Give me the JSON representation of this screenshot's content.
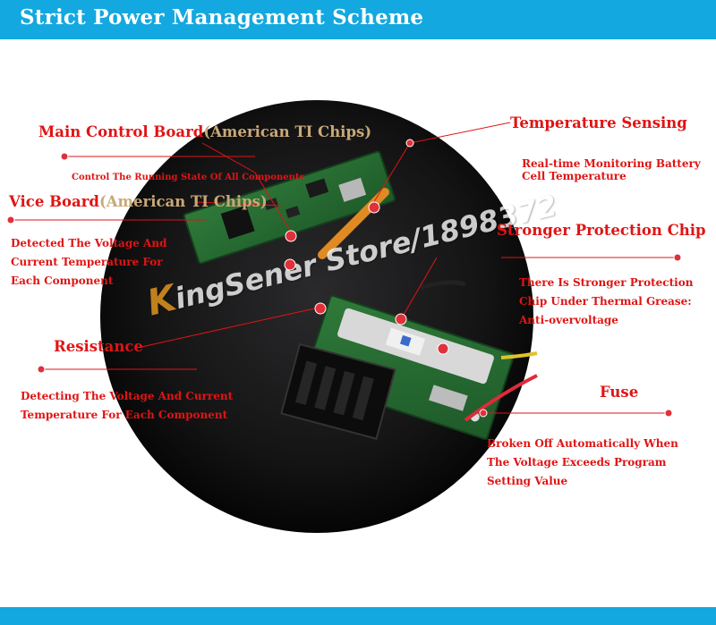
{
  "header": {
    "title": "Strict Power Management Scheme"
  },
  "labels": {
    "main_board": {
      "title": "Main Control Board",
      "chips": "(American TI Chips)",
      "desc": "Control The Running State Of All Components"
    },
    "vice_board": {
      "title": "Vice Board",
      "chips": "(American TI Chips)",
      "desc": [
        "Detected The Voltage And",
        "Current Temperature For",
        "Each Component"
      ]
    },
    "resistance": {
      "title": "Resistance",
      "desc": [
        "Detecting The Voltage And Current",
        "Temperature For Each Component"
      ]
    },
    "temperature": {
      "title": "Temperature Sensing",
      "desc": [
        "Real-time Monitoring Battery",
        "Cell Temperature"
      ]
    },
    "protection": {
      "title": "Stronger Protection Chip",
      "desc": [
        "There Is Stronger Protection",
        "Chip Under Thermal Grease:",
        "Anti-overvoltage"
      ]
    },
    "fuse": {
      "title": "Fuse",
      "desc": [
        "Broken Off Automatically When",
        "The Voltage Exceeds Program",
        "Setting Value"
      ]
    }
  },
  "watermark": {
    "first_letter": "K",
    "rest": "ingSener Store/1898372"
  },
  "colors": {
    "accent": "#13a8e0",
    "label_red": "#e01414",
    "label_tan": "#c9a877",
    "dot": "#e0303a"
  }
}
